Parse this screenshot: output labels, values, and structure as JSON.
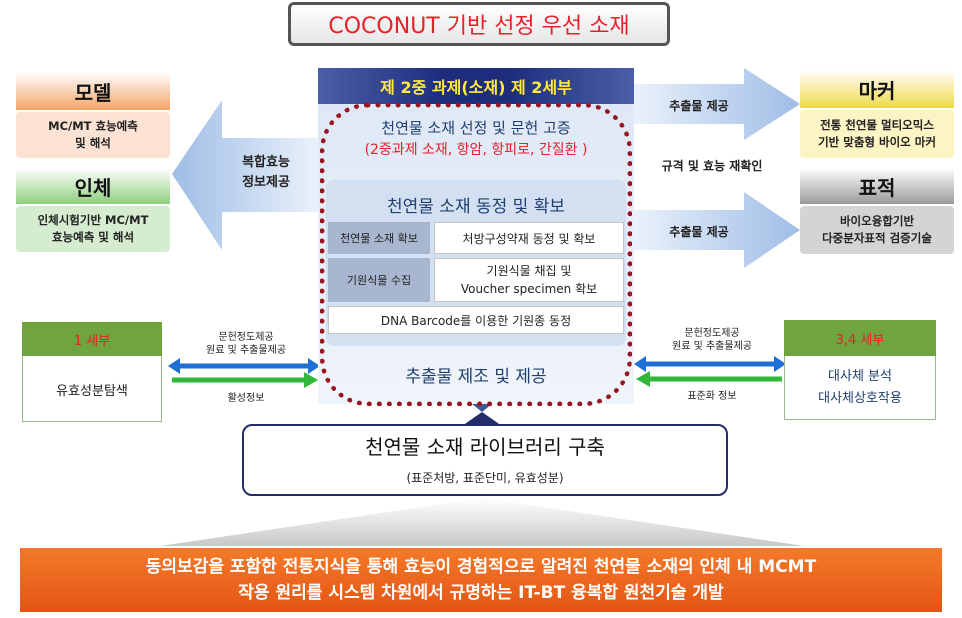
{
  "title": "COCONUT 기반 선정 우선 소재",
  "center": {
    "header": "제 2중 과제(소재) 제 2세부",
    "section1_title": "천연물 소재 선정 및 문헌 고증",
    "section1_sub": "(2중과제 소재, 항암, 항피로, 간질환 )",
    "section2_title": "천연물 소재 동정 및 확보",
    "rows": [
      {
        "label": "천연물 소재 확보",
        "value": "처방구성약재 동정 및 확보"
      },
      {
        "label": "기원식물 수집",
        "value_line1": "기원식물 채집 및",
        "value_line2": "Voucher specimen 확보"
      }
    ],
    "dna": "DNA Barcode를 이용한 기원종 동정",
    "production": "추출물 제조 및 제공"
  },
  "left": {
    "model_head": "모델",
    "model_body_line1": "MC/MT 효능예측",
    "model_body_line2": "및 해석",
    "human_head": "인체",
    "human_body_line1": "인체시험기반 MC/MT",
    "human_body_line2": "효능예측 및 해석",
    "arrow_label_line1": "복합효능",
    "arrow_label_line2": "정보제공"
  },
  "right": {
    "marker_head": "마커",
    "marker_body_line1": "전통 천연물 멀티오믹스",
    "marker_body_line2": "기반 맞춤형 바이오 마커",
    "target_head": "표적",
    "target_body_line1": "바이오융합기반",
    "target_body_line2": "다중분자표적 검증기술",
    "arrow1": "추출물 제공",
    "arrow2": "규격 및 효능 재확인",
    "arrow3": "추출물 제공"
  },
  "sub1": {
    "head": "1 세부",
    "body": "유효성분탐색",
    "top_label_line1": "문헌정도제공",
    "top_label_line2": "원료 및 추출물제공",
    "bottom_label": "활성정보"
  },
  "sub34": {
    "head": "3,4 세부",
    "body_line1": "대사체 분석",
    "body_line2": "대사체상호작용",
    "top_label_line1": "문헌정도제공",
    "top_label_line2": "원료 및 추출물제공",
    "bottom_label": "표준화 정보"
  },
  "library": {
    "title": "천연물 소재 라이브러리 구축",
    "sub": "(표준처방, 표준단미, 유효성분)"
  },
  "banner": {
    "line1": "동의보감을 포함한 전통지식을 통해 효능이 경험적으로 알려진 천연물 소재의 인체 내 MCMT",
    "line2": "작용 원리를 시스템 차원에서 규명하는 IT-BT 융복합 원천기술 개발"
  }
}
